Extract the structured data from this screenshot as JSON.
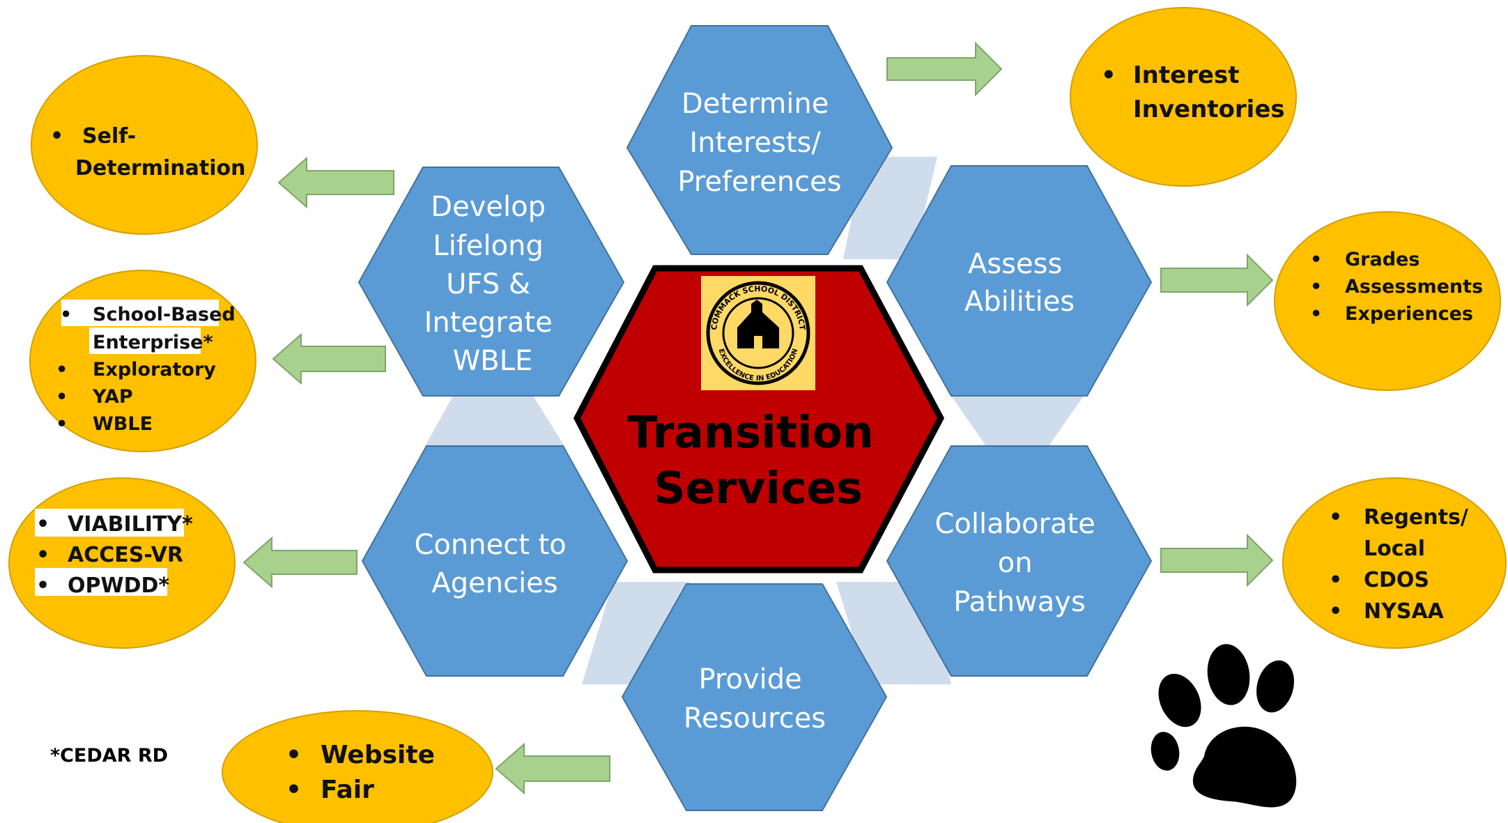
{
  "colors": {
    "hexagon": "#5b9bd5",
    "hexagon_edge": "#41719c",
    "connector": "#cfdcec",
    "center_fill": "#c00000",
    "center_border": "#000000",
    "oval": "#ffc000",
    "oval_edge": "#d4a000",
    "arrow": "#a9d18e",
    "arrow_edge": "#7ea469",
    "logo_bg": "#ffd966"
  },
  "center": {
    "line1": "Transition",
    "line2": "Services",
    "logo": {
      "top_text": "COMMACK SCHOOL DISTRICT",
      "bottom_text": "EXCELLENCE IN EDUCATION",
      "icon": "schoolhouse-seal-icon"
    }
  },
  "hexagons": {
    "determine": [
      "Determine",
      "Interests/",
      "Preferences"
    ],
    "assess": [
      "Assess",
      "Abilities"
    ],
    "collaborate": [
      "Collaborate",
      "on",
      "Pathways"
    ],
    "provide": [
      "Provide",
      "Resources"
    ],
    "connect": [
      "Connect to",
      "Agencies"
    ],
    "develop": [
      "Develop",
      "Lifelong",
      "UFS &",
      "Integrate",
      "WBLE"
    ]
  },
  "ovals": {
    "interest": [
      "Interest",
      "Inventories"
    ],
    "self_det": [
      "Self-",
      "Determination"
    ],
    "school": [
      "School-Based",
      "Enterprise*",
      "Exploratory",
      "YAP",
      "WBLE"
    ],
    "viability": [
      "VIABILITY*",
      "ACCES-VR",
      "OPWDD*"
    ],
    "grades": [
      "Grades",
      "Assessments",
      "Experiences"
    ],
    "regents": [
      "Regents/",
      "Local",
      "CDOS",
      "NYSAA"
    ],
    "website": [
      "Website",
      "Fair"
    ]
  },
  "footnote": "*CEDAR RD",
  "icons": {
    "bullet": "•",
    "paw": "paw-print-icon"
  }
}
